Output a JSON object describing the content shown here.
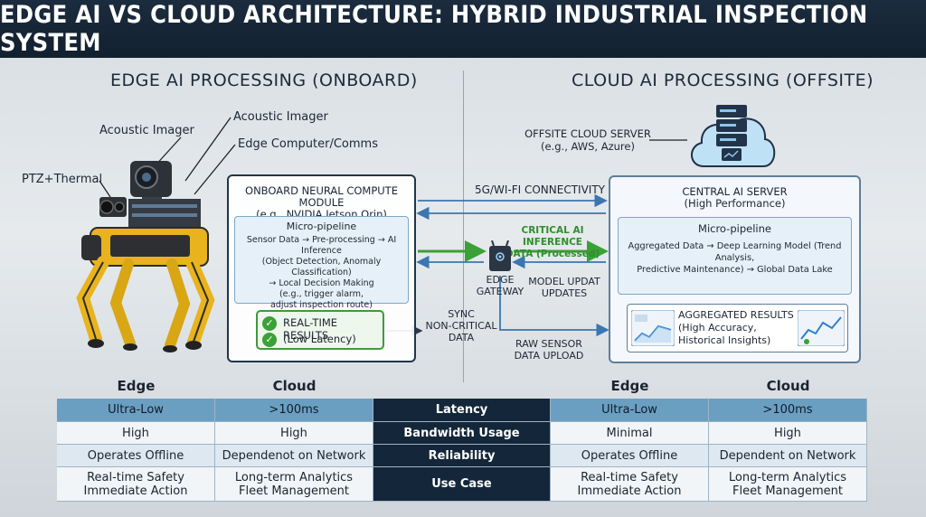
{
  "title": "EDGE AI VS CLOUD ARCHITECTURE: HYBRID INDUSTRIAL INSPECTION SYSTEM",
  "edge_section": {
    "heading": "EDGE AI PROCESSING (ONBOARD)",
    "robot_labels": {
      "acoustic_imager_left": "Acoustic Imager",
      "acoustic_imager_right": "Acoustic Imager",
      "edge_computer": "Edge Computer/Comms",
      "ptz_thermal": "PTZ+Thermal"
    },
    "module": {
      "title": "ONBOARD NEURAL COMPUTE MODULE",
      "subtitle": "(e.g., NVIDIA Jetson Orin)",
      "pipeline_title": "Micro-pipeline",
      "pipeline_line1": "Sensor Data → Pre-processing → AI Inference",
      "pipeline_line2": "(Object Detection, Anomaly Classification)",
      "pipeline_line3": "→ Local Decision Making",
      "pipeline_line4": "(e.g., trigger alarm,",
      "pipeline_line5": "adjust inspection route)",
      "results_line1": "REAL-TIME RESULTS",
      "results_line2": "(Low Latency)"
    }
  },
  "connectivity": {
    "link_label": "5G/WI-FI CONNECTIVITY",
    "critical_line1": "CRITICAL AI INFERENCE",
    "critical_line2": "DATA (Processed)",
    "gateway_line1": "EDGE",
    "gateway_line2": "GATEWAY",
    "model_line1": "MODEL UPDAT",
    "model_line2": "UPDATES",
    "sync_line1": "SYNC",
    "sync_line2": "NON-CRITICAL",
    "sync_line3": "DATA",
    "raw_line1": "RAW SENSOR",
    "raw_line2": "DATA UPLOAD"
  },
  "cloud_section": {
    "heading": "CLOUD AI PROCESSING (OFFSITE)",
    "server_line1": "OFFSITE CLOUD SERVER",
    "server_line2": "(e.g., AWS, Azure)",
    "central_title": "CENTRAL AI SERVER",
    "central_subtitle": "(High Performance)",
    "pipeline_title": "Micro-pipeline",
    "pipeline_line1": "Aggregated Data → Deep Learning Model (Trend Analysis,",
    "pipeline_line2": "Predictive Maintenance)  → Global Data Lake",
    "results_line1": "AGGREGATED RESULTS",
    "results_line2": "(High Accuracy,",
    "results_line3": "Historical Insights)"
  },
  "table": {
    "headers": {
      "edge_left": "Edge",
      "cloud_left": "Cloud",
      "edge_right": "Edge",
      "cloud_right": "Cloud"
    },
    "rows": [
      {
        "c1": "Ultra-Low",
        "c2": ">100ms",
        "metric": "Latency",
        "c4": "Ultra-Low",
        "c5": ">100ms"
      },
      {
        "c1": "High",
        "c2": "High",
        "metric": "Bandwidth Usage",
        "c4": "Minimal",
        "c5": "High"
      },
      {
        "c1": "Operates Offline",
        "c2": "Dependenot on Network",
        "metric": "Reliability",
        "c4": "Operates Offline",
        "c5": "Dependent on Network"
      },
      {
        "c1a": "Real-time Safety",
        "c1b": "Immediate Action",
        "c2a": "Long-term Analytics",
        "c2b": "Fleet Management",
        "metric": "Use Case",
        "c4a": "Real-time Safety",
        "c4b": "Immediate Action",
        "c5a": "Long-term Analytics",
        "c5b": "Fleet Management"
      }
    ]
  },
  "colors": {
    "title_bg": "#14263a",
    "accent_blue": "#6b9fc2",
    "green": "#3aa136",
    "dark_navy": "#14273a"
  },
  "icons": [
    "robot-dog",
    "cloud-server-icon",
    "gateway-router-icon",
    "check-icon",
    "dashboard-chart-icon",
    "line-chart-icon"
  ]
}
